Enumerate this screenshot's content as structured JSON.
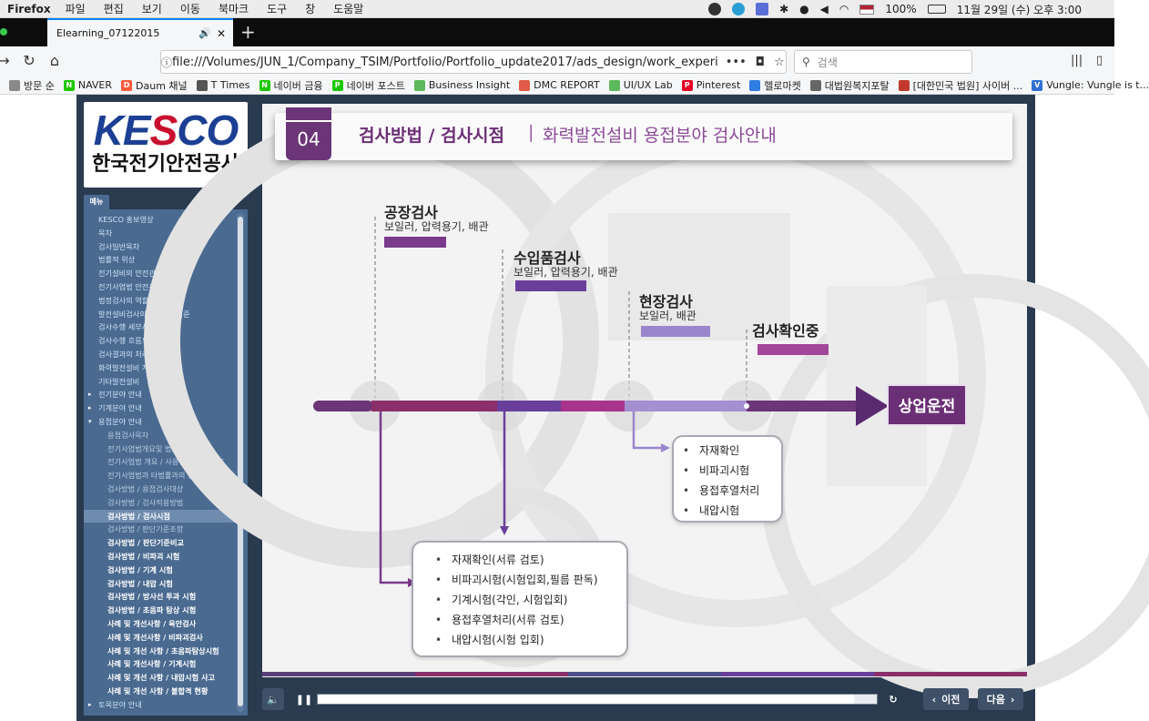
{
  "menubar": {
    "app": "Firefox",
    "items": [
      "파일",
      "편집",
      "보기",
      "이동",
      "북마크",
      "도구",
      "창",
      "도움말"
    ],
    "battery": "100%",
    "clock": "11월 29일 (수) 오후 3:00"
  },
  "tab": {
    "title": "Elearning_07122015",
    "close": "✕",
    "audio": "🔊",
    "new": "+"
  },
  "nav": {
    "url": "file:///Volumes/JUN_1/Company_TSIM/Portfolio/Portfolio_update2017/ads_design/work_experi",
    "more": "•••",
    "search_placeholder": "검색"
  },
  "bookmarks": [
    {
      "label": "방문 순",
      "color": "#888888",
      "glyph": ""
    },
    {
      "label": "NAVER",
      "color": "#1ec800",
      "glyph": "N"
    },
    {
      "label": "Daum 채널",
      "color": "#ff5a3c",
      "glyph": "D"
    },
    {
      "label": "T Times",
      "color": "#555555",
      "glyph": ""
    },
    {
      "label": "네이버 금융",
      "color": "#1ec800",
      "glyph": "N"
    },
    {
      "label": "네이버 포스트",
      "color": "#1ec800",
      "glyph": "P"
    },
    {
      "label": "Business Insight",
      "color": "#5bb85b",
      "glyph": ""
    },
    {
      "label": "DMC REPORT",
      "color": "#e05a4a",
      "glyph": ""
    },
    {
      "label": "UI/UX Lab",
      "color": "#5bb85b",
      "glyph": ""
    },
    {
      "label": "Pinterest",
      "color": "#e60023",
      "glyph": "P"
    },
    {
      "label": "헬로마켓",
      "color": "#2f7de1",
      "glyph": ""
    },
    {
      "label": "대법원복지포탈",
      "color": "#666666",
      "glyph": ""
    },
    {
      "label": "[대한민국 법원] 사이버 ...",
      "color": "#c0392b",
      "glyph": ""
    },
    {
      "label": "Vungle: Vungle is t...",
      "color": "#2f6fd6",
      "glyph": "V"
    }
  ],
  "logo": {
    "brand_a": "KE",
    "brand_b": "S",
    "brand_c": "CO",
    "korean": "한국전기안전공사"
  },
  "menu": {
    "tab_label": "메뉴",
    "items": [
      {
        "label": "KESCO 홍보영상",
        "level": 1
      },
      {
        "label": "목차",
        "level": 1
      },
      {
        "label": "검사일반목차",
        "level": 1
      },
      {
        "label": "법률적 위상",
        "level": 1
      },
      {
        "label": "전기설비의 안전관리(1)",
        "level": 1
      },
      {
        "label": "전기사업법 안전관리(2)",
        "level": 1
      },
      {
        "label": "법정검사의 역할",
        "level": 1
      },
      {
        "label": "발전설비검사의 합격판정기준",
        "level": 1
      },
      {
        "label": "검사수행 세부사항",
        "level": 1
      },
      {
        "label": "검사수행 흐름도",
        "level": 1
      },
      {
        "label": "검사결과의 처리",
        "level": 1
      },
      {
        "label": "화력발전설비 계통도",
        "level": 1
      },
      {
        "label": "기타발전설비",
        "level": 1
      },
      {
        "label": "전기분야 안내",
        "level": 1,
        "caret": "▸"
      },
      {
        "label": "기계분야 안내",
        "level": 1,
        "caret": "▸"
      },
      {
        "label": "용접분야 안내",
        "level": 1,
        "caret": "▾"
      },
      {
        "label": "용접검사목차",
        "level": 2
      },
      {
        "label": "전기사업법개요및 법률구조",
        "level": 2
      },
      {
        "label": "전기사업법 개요 / 사용전 검사의 구조",
        "level": 2
      },
      {
        "label": "전기사업법과 타법률과의 관계",
        "level": 2
      },
      {
        "label": "검사방법 / 용접검사대상",
        "level": 2
      },
      {
        "label": "검사방법 / 검사적용방법",
        "level": 2
      },
      {
        "label": "검사방법 / 검사시점",
        "level": 2,
        "active": true
      },
      {
        "label": "검사방법 / 판단기준조항",
        "level": 2
      },
      {
        "label": "검사방법 / 판단기준비교",
        "level": 2,
        "bold": true
      },
      {
        "label": "검사방법 / 비파괴 시험",
        "level": 2,
        "bold": true
      },
      {
        "label": "검사방법 / 기계 시험",
        "level": 2,
        "bold": true
      },
      {
        "label": "검사방법 / 내압 시험",
        "level": 2,
        "bold": true
      },
      {
        "label": "검사방법 / 방사선 투과 시험",
        "level": 2,
        "bold": true
      },
      {
        "label": "검사방법 / 초음파 탐상 시험",
        "level": 2,
        "bold": true
      },
      {
        "label": "사례 및 개선사항 / 육안검사",
        "level": 2,
        "bold": true
      },
      {
        "label": "사례 및 개선사항 / 비파괴검사",
        "level": 2,
        "bold": true
      },
      {
        "label": "사례 및 개선 사항 / 초음파탐상시험",
        "level": 2,
        "bold": true
      },
      {
        "label": "사례 및 개선사항 / 기계시험",
        "level": 2,
        "bold": true
      },
      {
        "label": "사례 및 개선 사항 / 내압시험 사고",
        "level": 2,
        "bold": true
      },
      {
        "label": "사례 및 개선 사항 / 불합격 현황",
        "level": 2,
        "bold": true
      },
      {
        "label": "토목분야 안내",
        "level": 1,
        "caret": "▸"
      }
    ]
  },
  "slide": {
    "number": "04",
    "title": "검사방법 / 검사시점",
    "separator": "|",
    "subtitle": "화력발전설비 용접분야 검사안내",
    "stages": [
      {
        "name": "공장검사",
        "sub": "보일러, 압력용기, 배관",
        "color": "#7a3b8c"
      },
      {
        "name": "수입품검사",
        "sub": "보일러, 압력용기, 배관",
        "color": "#6a3f9c"
      },
      {
        "name": "현장검사",
        "sub": "보일러, 배관",
        "color": "#9a86cc"
      },
      {
        "name": "검사확인중",
        "sub": "",
        "color": "#a2479a"
      }
    ],
    "goal": "상업운전",
    "box_factory": [
      "자재확인(서류 검토)",
      "비파괴시험(시험입회,필름 판독)",
      "기계시험(각인, 시험입회)",
      "용접후열처리(서류 검토)",
      "내압시험(시험 입회)"
    ],
    "box_site": [
      "자재확인",
      "비파괴시험",
      "용접후열처리",
      "내압시험"
    ]
  },
  "controls": {
    "volume_icon": "🔈",
    "pause_icon": "❚❚",
    "replay_icon": "↻",
    "prev": "이전",
    "next": "다음",
    "progress": 0.96
  },
  "colors": {
    "player_bg": "#2a3b50",
    "menu_bg": "#4a6a90",
    "accent_purple": "#6b2f75"
  }
}
